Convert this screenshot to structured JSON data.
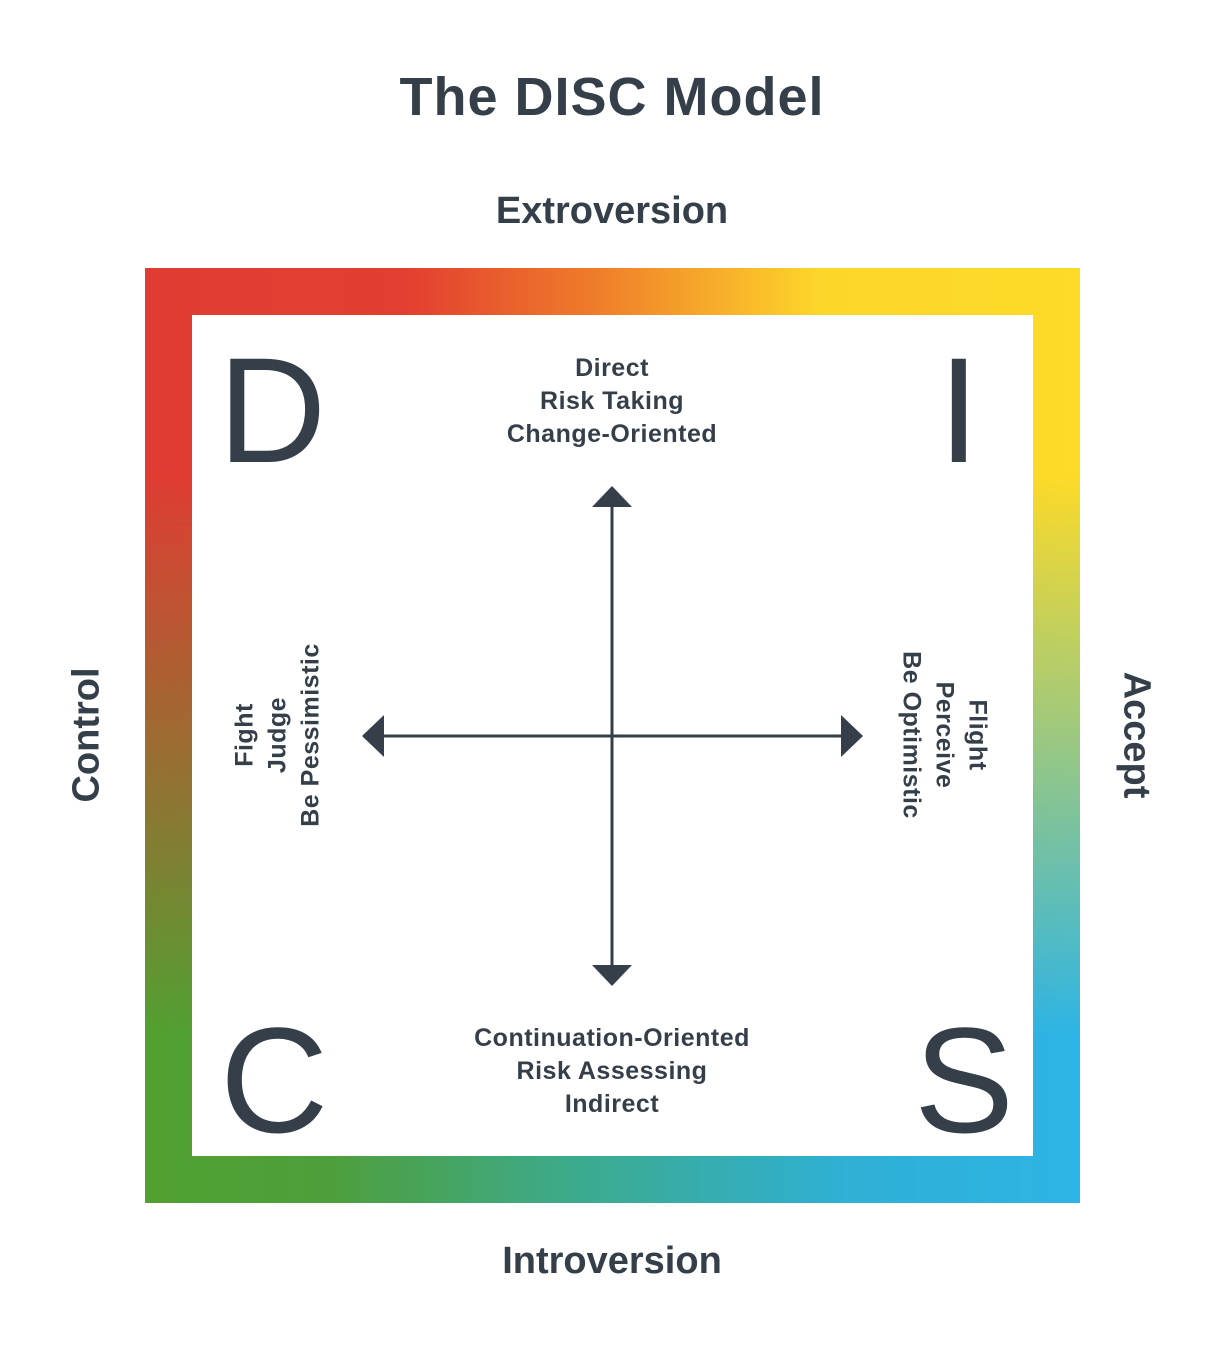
{
  "title": "The DISC Model",
  "axes": {
    "top": "Extroversion",
    "bottom": "Introversion",
    "left": "Control",
    "right": "Accept"
  },
  "quadrants": {
    "top_left": "D",
    "top_right": "I",
    "bottom_left": "C",
    "bottom_right": "S"
  },
  "traits": {
    "top": [
      "Direct",
      "Risk Taking",
      "Change-Oriented"
    ],
    "bottom": [
      "Continuation-Oriented",
      "Risk Assessing",
      "Indirect"
    ],
    "left": [
      "Fight",
      "Judge",
      "Be Pessimistic"
    ],
    "right": [
      "Flight",
      "Perceive",
      "Be Optimistic"
    ]
  },
  "colors": {
    "text": "#353f4a",
    "red": "#e03c33",
    "orange": "#ef7c2a",
    "yellow": "#fdd62a",
    "green": "#52a031",
    "teal": "#3daa8a",
    "blue": "#2db4e6"
  }
}
